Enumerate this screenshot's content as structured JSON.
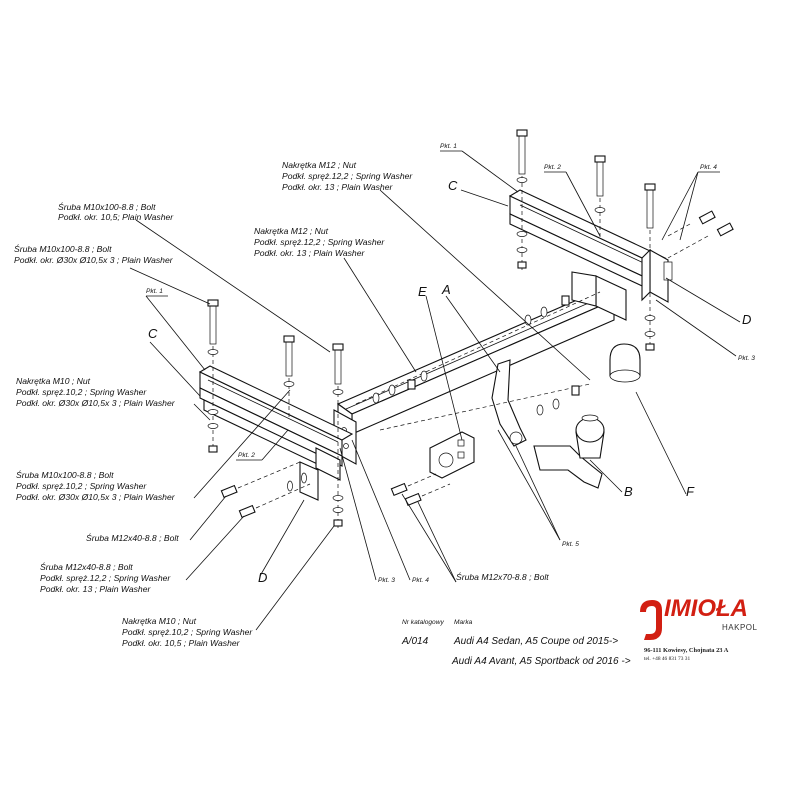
{
  "labels": {
    "pkt1_top": "Pkt. 1",
    "pkt2_top": "Pkt. 2",
    "pkt4_top": "Pkt. 4",
    "pkt3_right": "Pkt. 3",
    "pkt1_left": "Pkt. 1",
    "pkt2_left": "Pkt. 2",
    "pkt3_bottom": "Pkt. 3",
    "pkt4_bottom": "Pkt. 4",
    "pkt5": "Pkt. 5",
    "letter_c_top": "C",
    "letter_c_left": "C",
    "letter_d_right": "D",
    "letter_d_left": "D",
    "letter_e": "E",
    "letter_a": "A",
    "letter_b": "B",
    "letter_f": "F"
  },
  "callouts": {
    "nut_m12_top": [
      "Nakrętka M12 ; Nut",
      "Podkł. spręż.12,2 ; Spring Washer",
      "Podkł. okr. 13 ; Plain Washer"
    ],
    "bolt_m10_top": [
      "Śruba M10x100-8.8 ; Bolt",
      "Podkł. okr.  10,5; Plain Washer"
    ],
    "nut_m12_mid": [
      "Nakrętka M12 ; Nut",
      "Podkł. spręż.12,2 ; Spring Washer",
      "Podkł. okr. 13 ; Plain Washer"
    ],
    "bolt_m10_left": [
      "Śruba M10x100-8.8 ;  Bolt",
      "Podkł. okr.  Ø30x Ø10,5x 3 ; Plain Washer"
    ],
    "nut_m10_left": [
      "Nakrętka  M10 ; Nut",
      "Podkł. spręż.10,2 ; Spring Washer",
      "Podkł. okr.  Ø30x Ø10,5x 3 ; Plain Washer"
    ],
    "bolt_m10_low": [
      "Śruba M10x100-8.8 ;  Bolt",
      "Podkł. spręż.10,2 ; Spring Washer",
      "Podkł. okr.  Ø30x Ø10,5x 3 ; Plain Washer"
    ],
    "bolt_m12x40_a": [
      "Śruba M12x40-8.8 ;  Bolt"
    ],
    "bolt_m12x40_b": [
      "Śruba M12x40-8.8 ;  Bolt",
      "Podkł. spręż.12,2 ; Spring Washer",
      "Podkł. okr. 13 ; Plain Washer"
    ],
    "nut_m10_bottom": [
      "Nakrętka  M10 ; Nut",
      "Podkł. spręż.10,2 ; Spring Washer",
      "Podkł. okr.  10,5 ; Plain Washer"
    ],
    "bolt_m12x70": [
      "Śruba M12x70-8.8 ;  Bolt"
    ]
  },
  "catalog": {
    "nr_label": "Nr katalogowy",
    "marka_label": "Marka",
    "number": "A/014",
    "line1": "Audi A4 Sedan, A5 Coupe    od  2015->",
    "line2": "Audi A4 Avant, A5  Sportback od 2016 ->"
  },
  "company": {
    "logo": "IMIOŁA",
    "sub": "HAKPOL",
    "address": "96-111 Kowiesy, Chojnata 23 A",
    "phone": "tel. +48 46 831 73 31",
    "colors": {
      "brand": "#d21f12"
    }
  }
}
